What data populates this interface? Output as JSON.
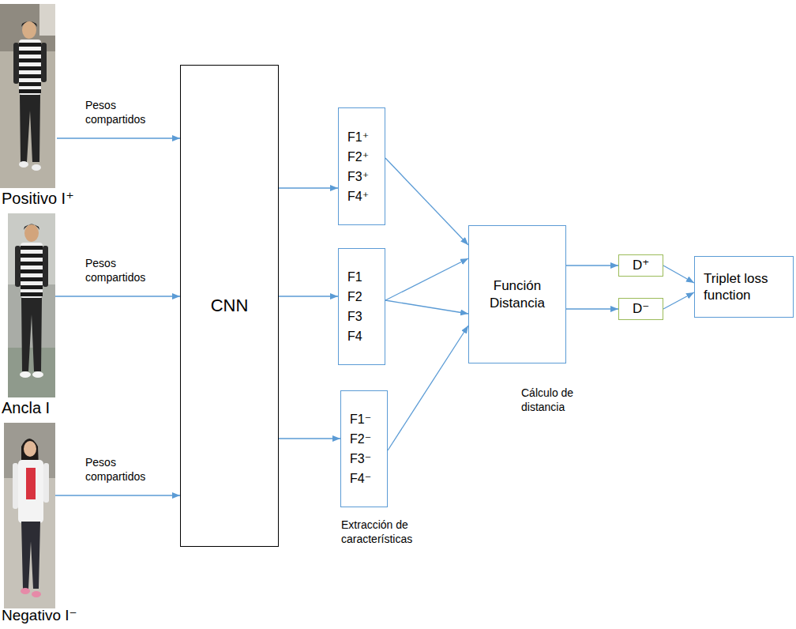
{
  "diagram": {
    "nodes": [
      {
        "text": [
          "Positivo I⁺"
        ]
      },
      {
        "text": [
          "Ancla I"
        ]
      },
      {
        "text": [
          "Negativo I⁻"
        ]
      },
      {
        "text": [
          "CNN"
        ]
      },
      {
        "text": [
          "F1⁺",
          "F2⁺",
          "F3⁺",
          "F4⁺"
        ]
      },
      {
        "text": [
          "F1",
          "F2",
          "F3",
          "F4"
        ]
      },
      {
        "text": [
          "F1⁻",
          "F2⁻",
          "F3⁻",
          "F4⁻"
        ]
      },
      {
        "text": [
          "Función Distancia"
        ]
      },
      {
        "text": [
          "D⁺"
        ]
      },
      {
        "text": [
          "D⁻"
        ]
      },
      {
        "text": [
          "Triplet loss function"
        ]
      }
    ],
    "edges": [
      {
        "from": 0,
        "to": 3,
        "arrow": "to",
        "label": "Pesos compartidos"
      },
      {
        "from": 1,
        "to": 3,
        "arrow": "to",
        "label": "Pesos compartidos"
      },
      {
        "from": 2,
        "to": 3,
        "arrow": "to",
        "label": "Pesos compartidos"
      },
      {
        "from": 3,
        "to": 4,
        "arrow": "to"
      },
      {
        "from": 3,
        "to": 5,
        "arrow": "to"
      },
      {
        "from": 3,
        "to": 6,
        "arrow": "to"
      },
      {
        "from": 4,
        "to": 7,
        "arrow": "to"
      },
      {
        "from": 5,
        "to": 7,
        "arrow": "to"
      },
      {
        "from": 5,
        "to": 7,
        "arrow": "to"
      },
      {
        "from": 6,
        "to": 7,
        "arrow": "to"
      },
      {
        "from": 7,
        "to": 8,
        "arrow": "to"
      },
      {
        "from": 7,
        "to": 9,
        "arrow": "to"
      },
      {
        "from": 8,
        "to": 10,
        "arrow": "to"
      },
      {
        "from": 9,
        "to": 10,
        "arrow": "to"
      }
    ],
    "labels": [
      "Extracción de características",
      "Cálculo de distancia"
    ]
  }
}
